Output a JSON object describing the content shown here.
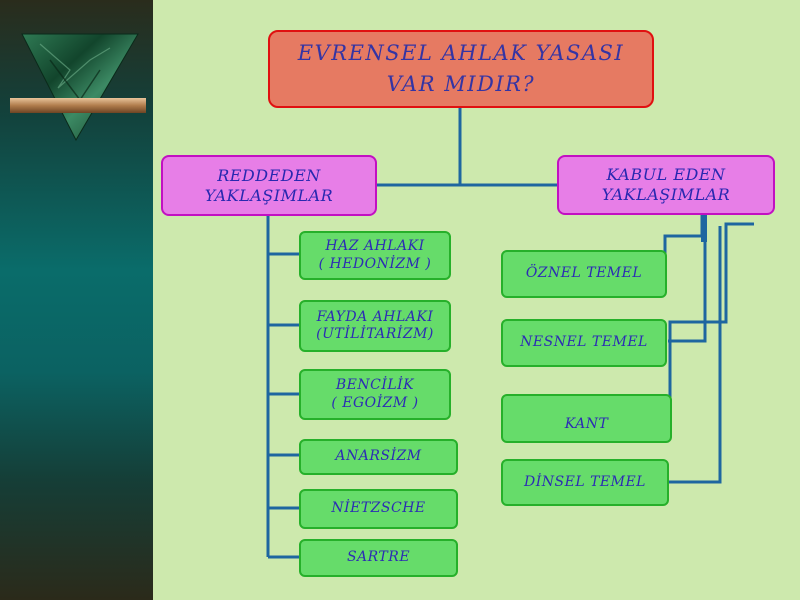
{
  "diagram": {
    "title": "EVRENSEL  AHLAK  YASASI\n          VAR  MIDIR?",
    "categories": {
      "reject": "REDDEDEN\nYAKLAŞIMLAR",
      "accept": "KABUL  EDEN\nYAKLAŞIMLAR"
    },
    "reject_items": [
      "HAZ  AHLAKI\n( HEDONİZM )",
      "FAYDA   AHLAKI\n(UTİLİTARİZM)",
      "BENCİLİK\n( EGOİZM )",
      "ANARSİZM",
      "NİETZSCHE",
      "SARTRE"
    ],
    "accept_items": [
      "ÖZNEL  TEMEL",
      "NESNEL  TEMEL",
      "KANT",
      "DİNSEL  TEMEL"
    ]
  },
  "colors": {
    "title_fill": "#e67a62",
    "category_fill": "#e77ee7",
    "item_fill": "#66dc6a",
    "connector": "#1e66a0",
    "text": "#2c2cb4"
  }
}
